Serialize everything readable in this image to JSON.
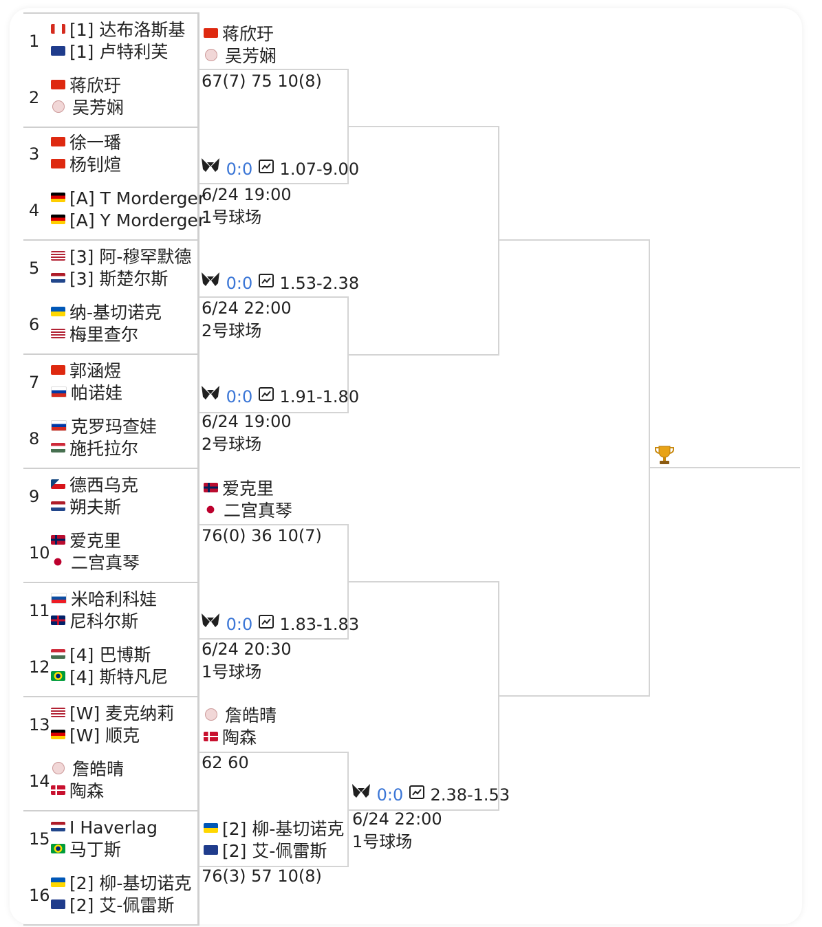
{
  "bracket": {
    "pairs": [
      {
        "n1": "1",
        "n2": "2",
        "lines": [
          {
            "flag": "ca",
            "text": "[1] 达布洛斯基"
          },
          {
            "flag": "au",
            "text": "[1] 卢特利芙"
          },
          {
            "flag": "cn",
            "text": "蒋欣玗"
          },
          {
            "flag": "tw",
            "text": "吴芳娴"
          }
        ]
      },
      {
        "n1": "3",
        "n2": "4",
        "lines": [
          {
            "flag": "cn",
            "text": "徐一璠"
          },
          {
            "flag": "cn",
            "text": "杨钊煊"
          },
          {
            "flag": "de",
            "text": "[A] T Morderger"
          },
          {
            "flag": "de",
            "text": "[A] Y Morderger"
          }
        ]
      },
      {
        "n1": "5",
        "n2": "6",
        "lines": [
          {
            "flag": "us",
            "text": "[3] 阿-穆罕默德"
          },
          {
            "flag": "nl",
            "text": "[3] 斯楚尔斯"
          },
          {
            "flag": "ua",
            "text": "纳-基切诺克"
          },
          {
            "flag": "us",
            "text": "梅里查尔"
          }
        ]
      },
      {
        "n1": "7",
        "n2": "8",
        "lines": [
          {
            "flag": "cn",
            "text": "郭涵煜"
          },
          {
            "flag": "ru",
            "text": "帕诺娃"
          },
          {
            "flag": "ru",
            "text": "克罗玛查娃"
          },
          {
            "flag": "hu",
            "text": "施托拉尔"
          }
        ]
      },
      {
        "n1": "9",
        "n2": "10",
        "lines": [
          {
            "flag": "cz",
            "text": "德西乌克"
          },
          {
            "flag": "nl",
            "text": "朔夫斯"
          },
          {
            "flag": "no",
            "text": "爱克里"
          },
          {
            "flag": "jp",
            "text": "二宫真琴"
          }
        ]
      },
      {
        "n1": "11",
        "n2": "12",
        "lines": [
          {
            "flag": "sk",
            "text": "米哈利科娃"
          },
          {
            "flag": "gb",
            "text": "尼科尔斯"
          },
          {
            "flag": "hu",
            "text": "[4] 巴博斯"
          },
          {
            "flag": "br",
            "text": "[4] 斯特凡尼"
          }
        ]
      },
      {
        "n1": "13",
        "n2": "14",
        "lines": [
          {
            "flag": "us",
            "text": "[W] 麦克纳莉"
          },
          {
            "flag": "de",
            "text": "[W] 顺克"
          },
          {
            "flag": "tw",
            "text": "詹皓晴"
          },
          {
            "flag": "dk",
            "text": "陶森"
          }
        ]
      },
      {
        "n1": "15",
        "n2": "16",
        "lines": [
          {
            "flag": "nl",
            "text": "I Haverlag"
          },
          {
            "flag": "br",
            "text": "马丁斯"
          },
          {
            "flag": "ua",
            "text": "[2] 柳-基切诺克"
          },
          {
            "flag": "au",
            "text": "[2] 艾-佩雷斯"
          }
        ]
      }
    ],
    "round2": {
      "m1": {
        "p1": {
          "flag": "cn",
          "text": "蒋欣玗"
        },
        "p2": {
          "flag": "tw",
          "text": "吴芳娴"
        },
        "score": "67(7) 75 10(8)"
      },
      "m2": {
        "odds_live": "0:0",
        "odds": "1.07-9.00",
        "date": "6/24 19:00",
        "court": "1号球场"
      },
      "m3": {
        "odds_live": "0:0",
        "odds": "1.53-2.38",
        "date": "6/24 22:00",
        "court": "2号球场"
      },
      "m4": {
        "odds_live": "0:0",
        "odds": "1.91-1.80",
        "date": "6/24 19:00",
        "court": "2号球场"
      },
      "m5": {
        "p1": {
          "flag": "no",
          "text": "爱克里"
        },
        "p2": {
          "flag": "jp",
          "text": "二宫真琴"
        },
        "score": "76(0) 36 10(7)"
      },
      "m6": {
        "odds_live": "0:0",
        "odds": "1.83-1.83",
        "date": "6/24 20:30",
        "court": "1号球场"
      },
      "m7": {
        "p1": {
          "flag": "tw",
          "text": "詹皓晴"
        },
        "p2": {
          "flag": "dk",
          "text": "陶森"
        },
        "score": "62 60"
      },
      "m8": {
        "p1": {
          "flag": "ua",
          "text": "[2] 柳-基切诺克"
        },
        "p2": {
          "flag": "au",
          "text": "[2] 艾-佩雷斯"
        },
        "score": "76(3) 57 10(8)"
      }
    },
    "qf": {
      "m4": {
        "odds_live": "0:0",
        "odds": "2.38-1.53",
        "date": "6/24 22:00",
        "court": "1号球场"
      }
    },
    "trophy_icon": "trophy-icon",
    "colors": {
      "odds_blue": "#3b76d6",
      "line": "#d4d4d4"
    }
  }
}
